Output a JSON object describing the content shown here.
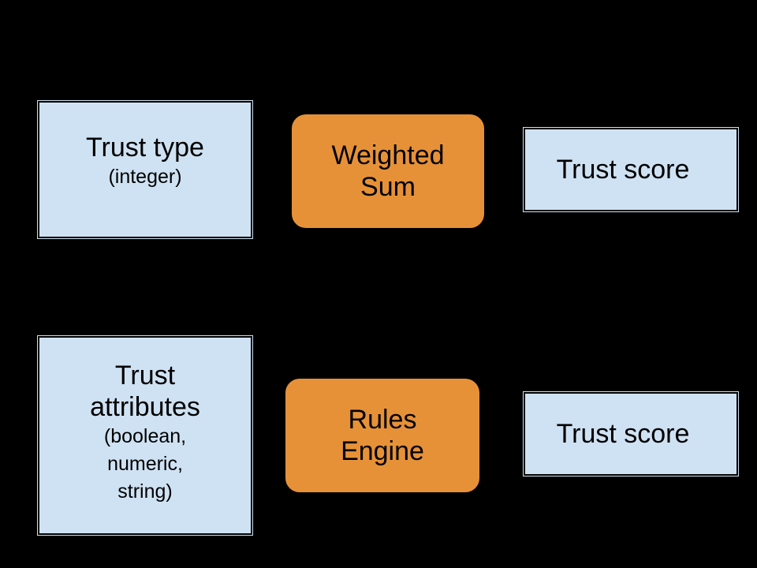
{
  "rows": [
    {
      "input": {
        "title": "Trust type",
        "detail": "(integer)"
      },
      "process": {
        "line1": "Weighted",
        "line2": "Sum"
      },
      "output": {
        "label": "Trust score"
      }
    },
    {
      "input": {
        "title_line1": "Trust",
        "title_line2": "attributes",
        "detail_line1": "(boolean,",
        "detail_line2": "numeric,",
        "detail_line3": "string)"
      },
      "process": {
        "line1": "Rules",
        "line2": "Engine"
      },
      "output": {
        "label": "Trust score"
      }
    }
  ],
  "colors": {
    "background": "#000000",
    "input_fill": "#cfe2f3",
    "process_fill": "#e69138",
    "output_fill": "#cfe2f3"
  }
}
